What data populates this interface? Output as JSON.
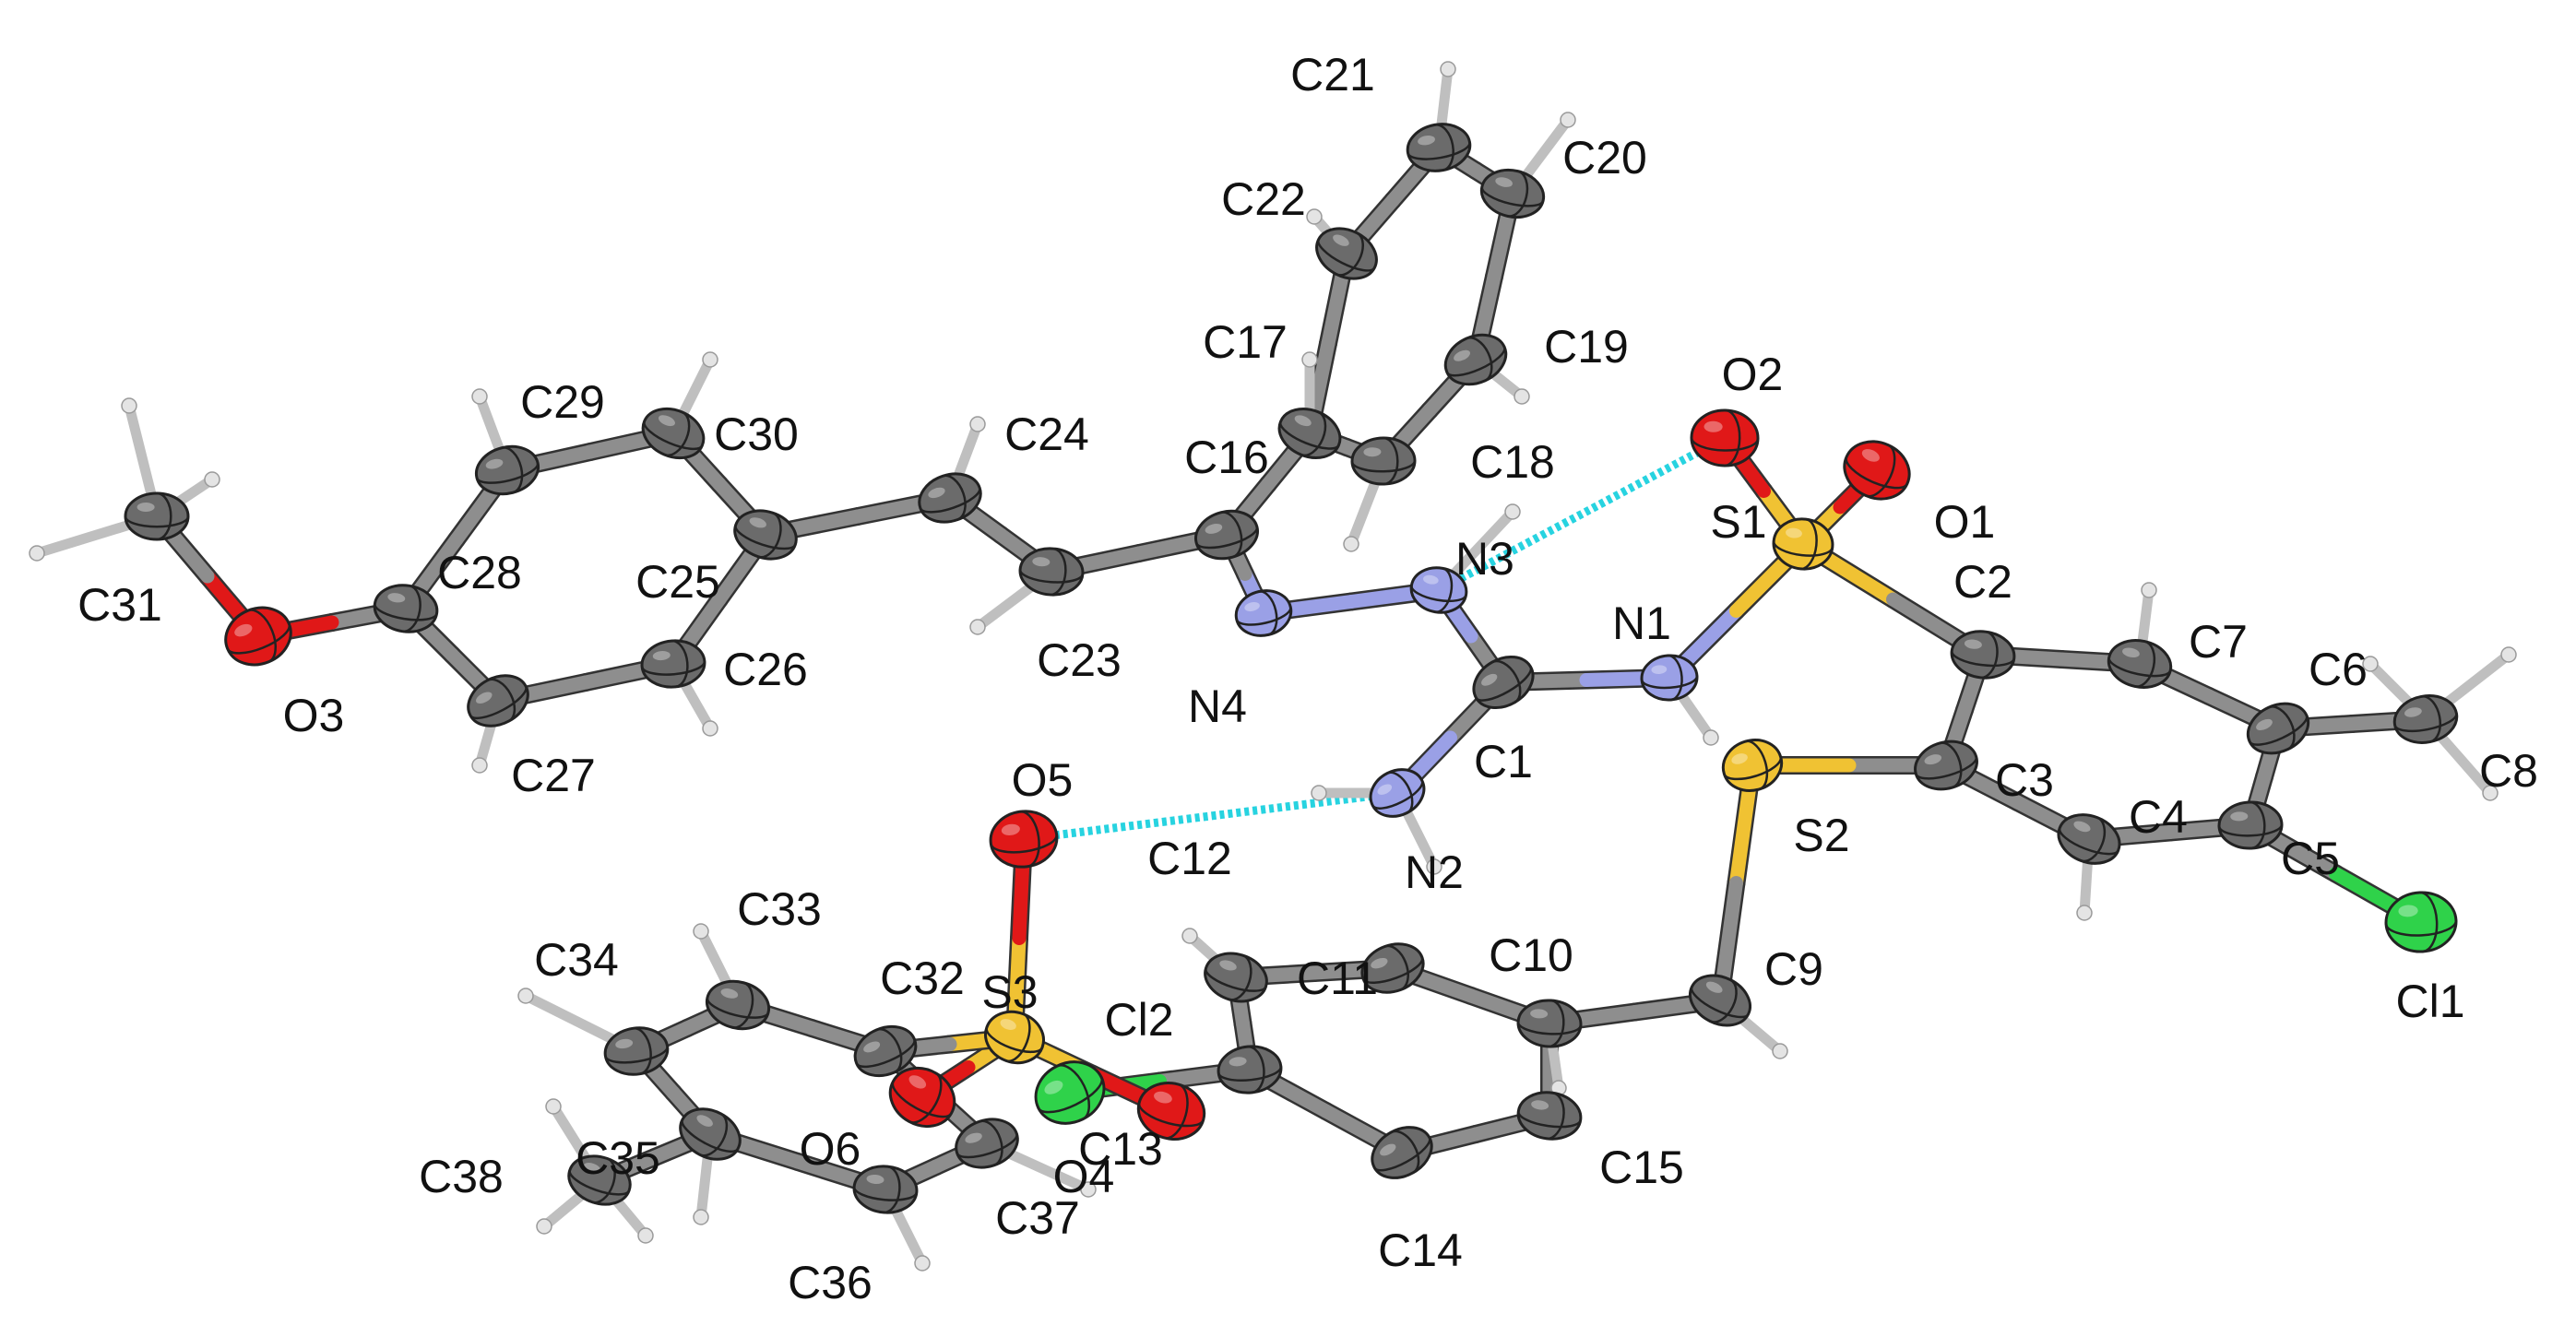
{
  "title": "",
  "colors": {
    "background": "#ffffff",
    "carbon": "#6b6b6b",
    "hydrogen": "#e4e4e4",
    "nitrogen": "#9aa0e6",
    "oxygen": "#e01818",
    "sulfur": "#f0c233",
    "chlorine": "#2fd24a",
    "bond": "#8e8e8e",
    "hbond": "#27d3e0"
  },
  "atoms": [
    {
      "id": "C1",
      "element": "carbon",
      "label": "C1"
    },
    {
      "id": "C2",
      "element": "carbon",
      "label": "C2"
    },
    {
      "id": "C3",
      "element": "carbon",
      "label": "C3"
    },
    {
      "id": "C4",
      "element": "carbon",
      "label": "C4"
    },
    {
      "id": "C5",
      "element": "carbon",
      "label": "C5"
    },
    {
      "id": "C6",
      "element": "carbon",
      "label": "C6"
    },
    {
      "id": "C7",
      "element": "carbon",
      "label": "C7"
    },
    {
      "id": "C8",
      "element": "carbon",
      "label": "C8"
    },
    {
      "id": "C9",
      "element": "carbon",
      "label": "C9"
    },
    {
      "id": "C10",
      "element": "carbon",
      "label": "C10"
    },
    {
      "id": "C11",
      "element": "carbon",
      "label": "C11"
    },
    {
      "id": "C12",
      "element": "carbon",
      "label": "C12"
    },
    {
      "id": "C13",
      "element": "carbon",
      "label": "C13"
    },
    {
      "id": "C14",
      "element": "carbon",
      "label": "C14"
    },
    {
      "id": "C15",
      "element": "carbon",
      "label": "C15"
    },
    {
      "id": "C16",
      "element": "carbon",
      "label": "C16"
    },
    {
      "id": "C17",
      "element": "carbon",
      "label": "C17"
    },
    {
      "id": "C18",
      "element": "carbon",
      "label": "C18"
    },
    {
      "id": "C19",
      "element": "carbon",
      "label": "C19"
    },
    {
      "id": "C20",
      "element": "carbon",
      "label": "C20"
    },
    {
      "id": "C21",
      "element": "carbon",
      "label": "C21"
    },
    {
      "id": "C22",
      "element": "carbon",
      "label": "C22"
    },
    {
      "id": "C23",
      "element": "carbon",
      "label": "C23"
    },
    {
      "id": "C24",
      "element": "carbon",
      "label": "C24"
    },
    {
      "id": "C25",
      "element": "carbon",
      "label": "C25"
    },
    {
      "id": "C26",
      "element": "carbon",
      "label": "C26"
    },
    {
      "id": "C27",
      "element": "carbon",
      "label": "C27"
    },
    {
      "id": "C28",
      "element": "carbon",
      "label": "C28"
    },
    {
      "id": "C29",
      "element": "carbon",
      "label": "C29"
    },
    {
      "id": "C30",
      "element": "carbon",
      "label": "C30"
    },
    {
      "id": "C31",
      "element": "carbon",
      "label": "C31"
    },
    {
      "id": "C32",
      "element": "carbon",
      "label": "C32"
    },
    {
      "id": "C33",
      "element": "carbon",
      "label": "C33"
    },
    {
      "id": "C34",
      "element": "carbon",
      "label": "C34"
    },
    {
      "id": "C35",
      "element": "carbon",
      "label": "C35"
    },
    {
      "id": "C36",
      "element": "carbon",
      "label": "C36"
    },
    {
      "id": "C37",
      "element": "carbon",
      "label": "C37"
    },
    {
      "id": "C38",
      "element": "carbon",
      "label": "C38"
    },
    {
      "id": "N1",
      "element": "nitrogen",
      "label": "N1"
    },
    {
      "id": "N2",
      "element": "nitrogen",
      "label": "N2"
    },
    {
      "id": "N3",
      "element": "nitrogen",
      "label": "N3"
    },
    {
      "id": "N4",
      "element": "nitrogen",
      "label": "N4"
    },
    {
      "id": "O1",
      "element": "oxygen",
      "label": "O1"
    },
    {
      "id": "O2",
      "element": "oxygen",
      "label": "O2"
    },
    {
      "id": "O3",
      "element": "oxygen",
      "label": "O3"
    },
    {
      "id": "O4",
      "element": "oxygen",
      "label": "O4"
    },
    {
      "id": "O5",
      "element": "oxygen",
      "label": "O5"
    },
    {
      "id": "O6",
      "element": "oxygen",
      "label": "O6"
    },
    {
      "id": "S1",
      "element": "sulfur",
      "label": "S1"
    },
    {
      "id": "S2",
      "element": "sulfur",
      "label": "S2"
    },
    {
      "id": "S3",
      "element": "sulfur",
      "label": "S3"
    },
    {
      "id": "Cl1",
      "element": "chlorine",
      "label": "Cl1"
    },
    {
      "id": "Cl2",
      "element": "chlorine",
      "label": "Cl2"
    }
  ],
  "bonds": [
    [
      "C1",
      "N1"
    ],
    [
      "C1",
      "N2"
    ],
    [
      "C1",
      "N3"
    ],
    [
      "N3",
      "N4"
    ],
    [
      "N4",
      "C16"
    ],
    [
      "N1",
      "S1"
    ],
    [
      "S1",
      "O1"
    ],
    [
      "S1",
      "O2"
    ],
    [
      "S1",
      "C2"
    ],
    [
      "C2",
      "C3"
    ],
    [
      "C2",
      "C7"
    ],
    [
      "C7",
      "C6"
    ],
    [
      "C6",
      "C5"
    ],
    [
      "C5",
      "C4"
    ],
    [
      "C4",
      "C3"
    ],
    [
      "C3",
      "S2"
    ],
    [
      "C6",
      "C8"
    ],
    [
      "C5",
      "Cl1"
    ],
    [
      "S2",
      "C9"
    ],
    [
      "C9",
      "C10"
    ],
    [
      "C10",
      "C11"
    ],
    [
      "C11",
      "C12"
    ],
    [
      "C12",
      "C13"
    ],
    [
      "C13",
      "C14"
    ],
    [
      "C14",
      "C15"
    ],
    [
      "C15",
      "C10"
    ],
    [
      "C13",
      "Cl2"
    ],
    [
      "C16",
      "C17"
    ],
    [
      "C17",
      "C18"
    ],
    [
      "C18",
      "C19"
    ],
    [
      "C19",
      "C20"
    ],
    [
      "C20",
      "C21"
    ],
    [
      "C21",
      "C22"
    ],
    [
      "C22",
      "C17"
    ],
    [
      "C16",
      "C23"
    ],
    [
      "C23",
      "C24"
    ],
    [
      "C24",
      "C25"
    ],
    [
      "C25",
      "C26"
    ],
    [
      "C26",
      "C27"
    ],
    [
      "C27",
      "C28"
    ],
    [
      "C28",
      "C29"
    ],
    [
      "C29",
      "C30"
    ],
    [
      "C30",
      "C25"
    ],
    [
      "C28",
      "O3"
    ],
    [
      "O3",
      "C31"
    ],
    [
      "S3",
      "O4"
    ],
    [
      "S3",
      "O5"
    ],
    [
      "S3",
      "O6"
    ],
    [
      "S3",
      "C32"
    ],
    [
      "C32",
      "C33"
    ],
    [
      "C33",
      "C34"
    ],
    [
      "C34",
      "C35"
    ],
    [
      "C35",
      "C36"
    ],
    [
      "C36",
      "C37"
    ],
    [
      "C37",
      "C32"
    ],
    [
      "C35",
      "C38"
    ]
  ],
  "hbonds": [
    [
      "N3",
      "O2"
    ],
    [
      "N2",
      "O5"
    ]
  ]
}
